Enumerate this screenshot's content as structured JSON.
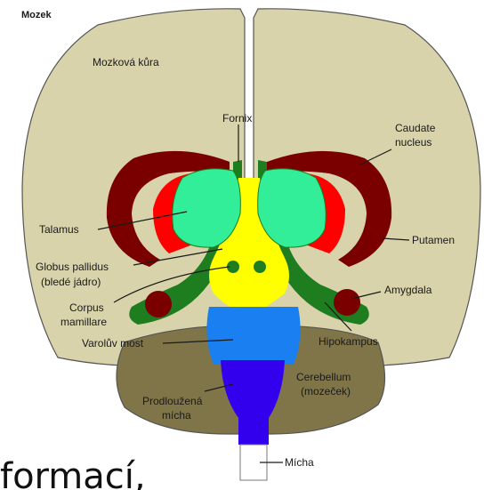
{
  "diagram": {
    "title": "Mozek",
    "labels": {
      "cortex": "Mozková kůra",
      "fornix": "Fornix",
      "caudate_1": "Caudate",
      "caudate_2": "nucleus",
      "talamus": "Talamus",
      "putamen": "Putamen",
      "globus_1": "Globus pallidus",
      "globus_2": "(bledé jádro)",
      "amygdala": "Amygdala",
      "corpus_1": "Corpus",
      "corpus_2": "mamillare",
      "hipokampus": "Hipokampus",
      "pons": "Varolův most",
      "cerebellum_1": "Cerebellum",
      "cerebellum_2": "(mozeček)",
      "medulla_1": "Prodloužená",
      "medulla_2": "mícha",
      "spinal": "Mícha"
    },
    "caption_fragment": "formací,"
  },
  "colors": {
    "cortex": "#d8d3aa",
    "cerebellum": "#7f7549",
    "caudate": "#7a0000",
    "putamen": "#ff0000",
    "thalamus": "#33ee99",
    "limbic": "#1e7d1e",
    "central": "#ffff00",
    "pons": "#1a7ff0",
    "medulla": "#3300ee",
    "outline": "#555555"
  }
}
